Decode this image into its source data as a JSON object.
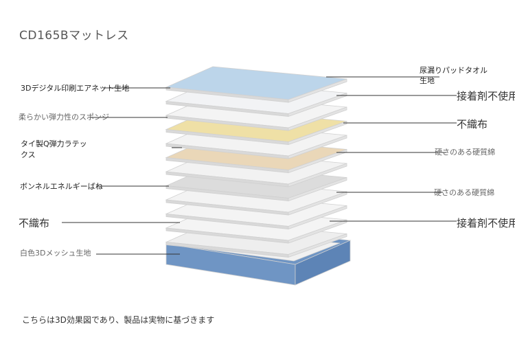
{
  "title": "CD165Bマットレス",
  "left_labels": [
    "3Dデジタル印刷エアネット生地",
    "柔らかい弾力性のスポンジ",
    "タイ製Q弾力ラテッ",
    "クス",
    "ボンネルエネルギーばね",
    "不織布",
    "白色3Dメッシュ生地"
  ],
  "right_labels": [
    "尿漏りパッドタオル",
    "生地",
    "接着剤不使用",
    "不織布",
    "硬さのある硬質綿",
    "硬さのある硬質綿",
    "接着剤不使用"
  ],
  "footnote": "こちらは3D効果図であり、製品は実物に基づきます",
  "layer_colors": [
    "#bcd5ea",
    "#f2f3f5",
    "#f4f4f4",
    "#efe0a6",
    "#f3f3f3",
    "#ead7b8",
    "#f2f2f2",
    "#dcdcdc",
    "#f3f3f3",
    "#f4f4f4",
    "#f4f4f4",
    "#eeeeee"
  ],
  "base_color": "#6f95c4"
}
